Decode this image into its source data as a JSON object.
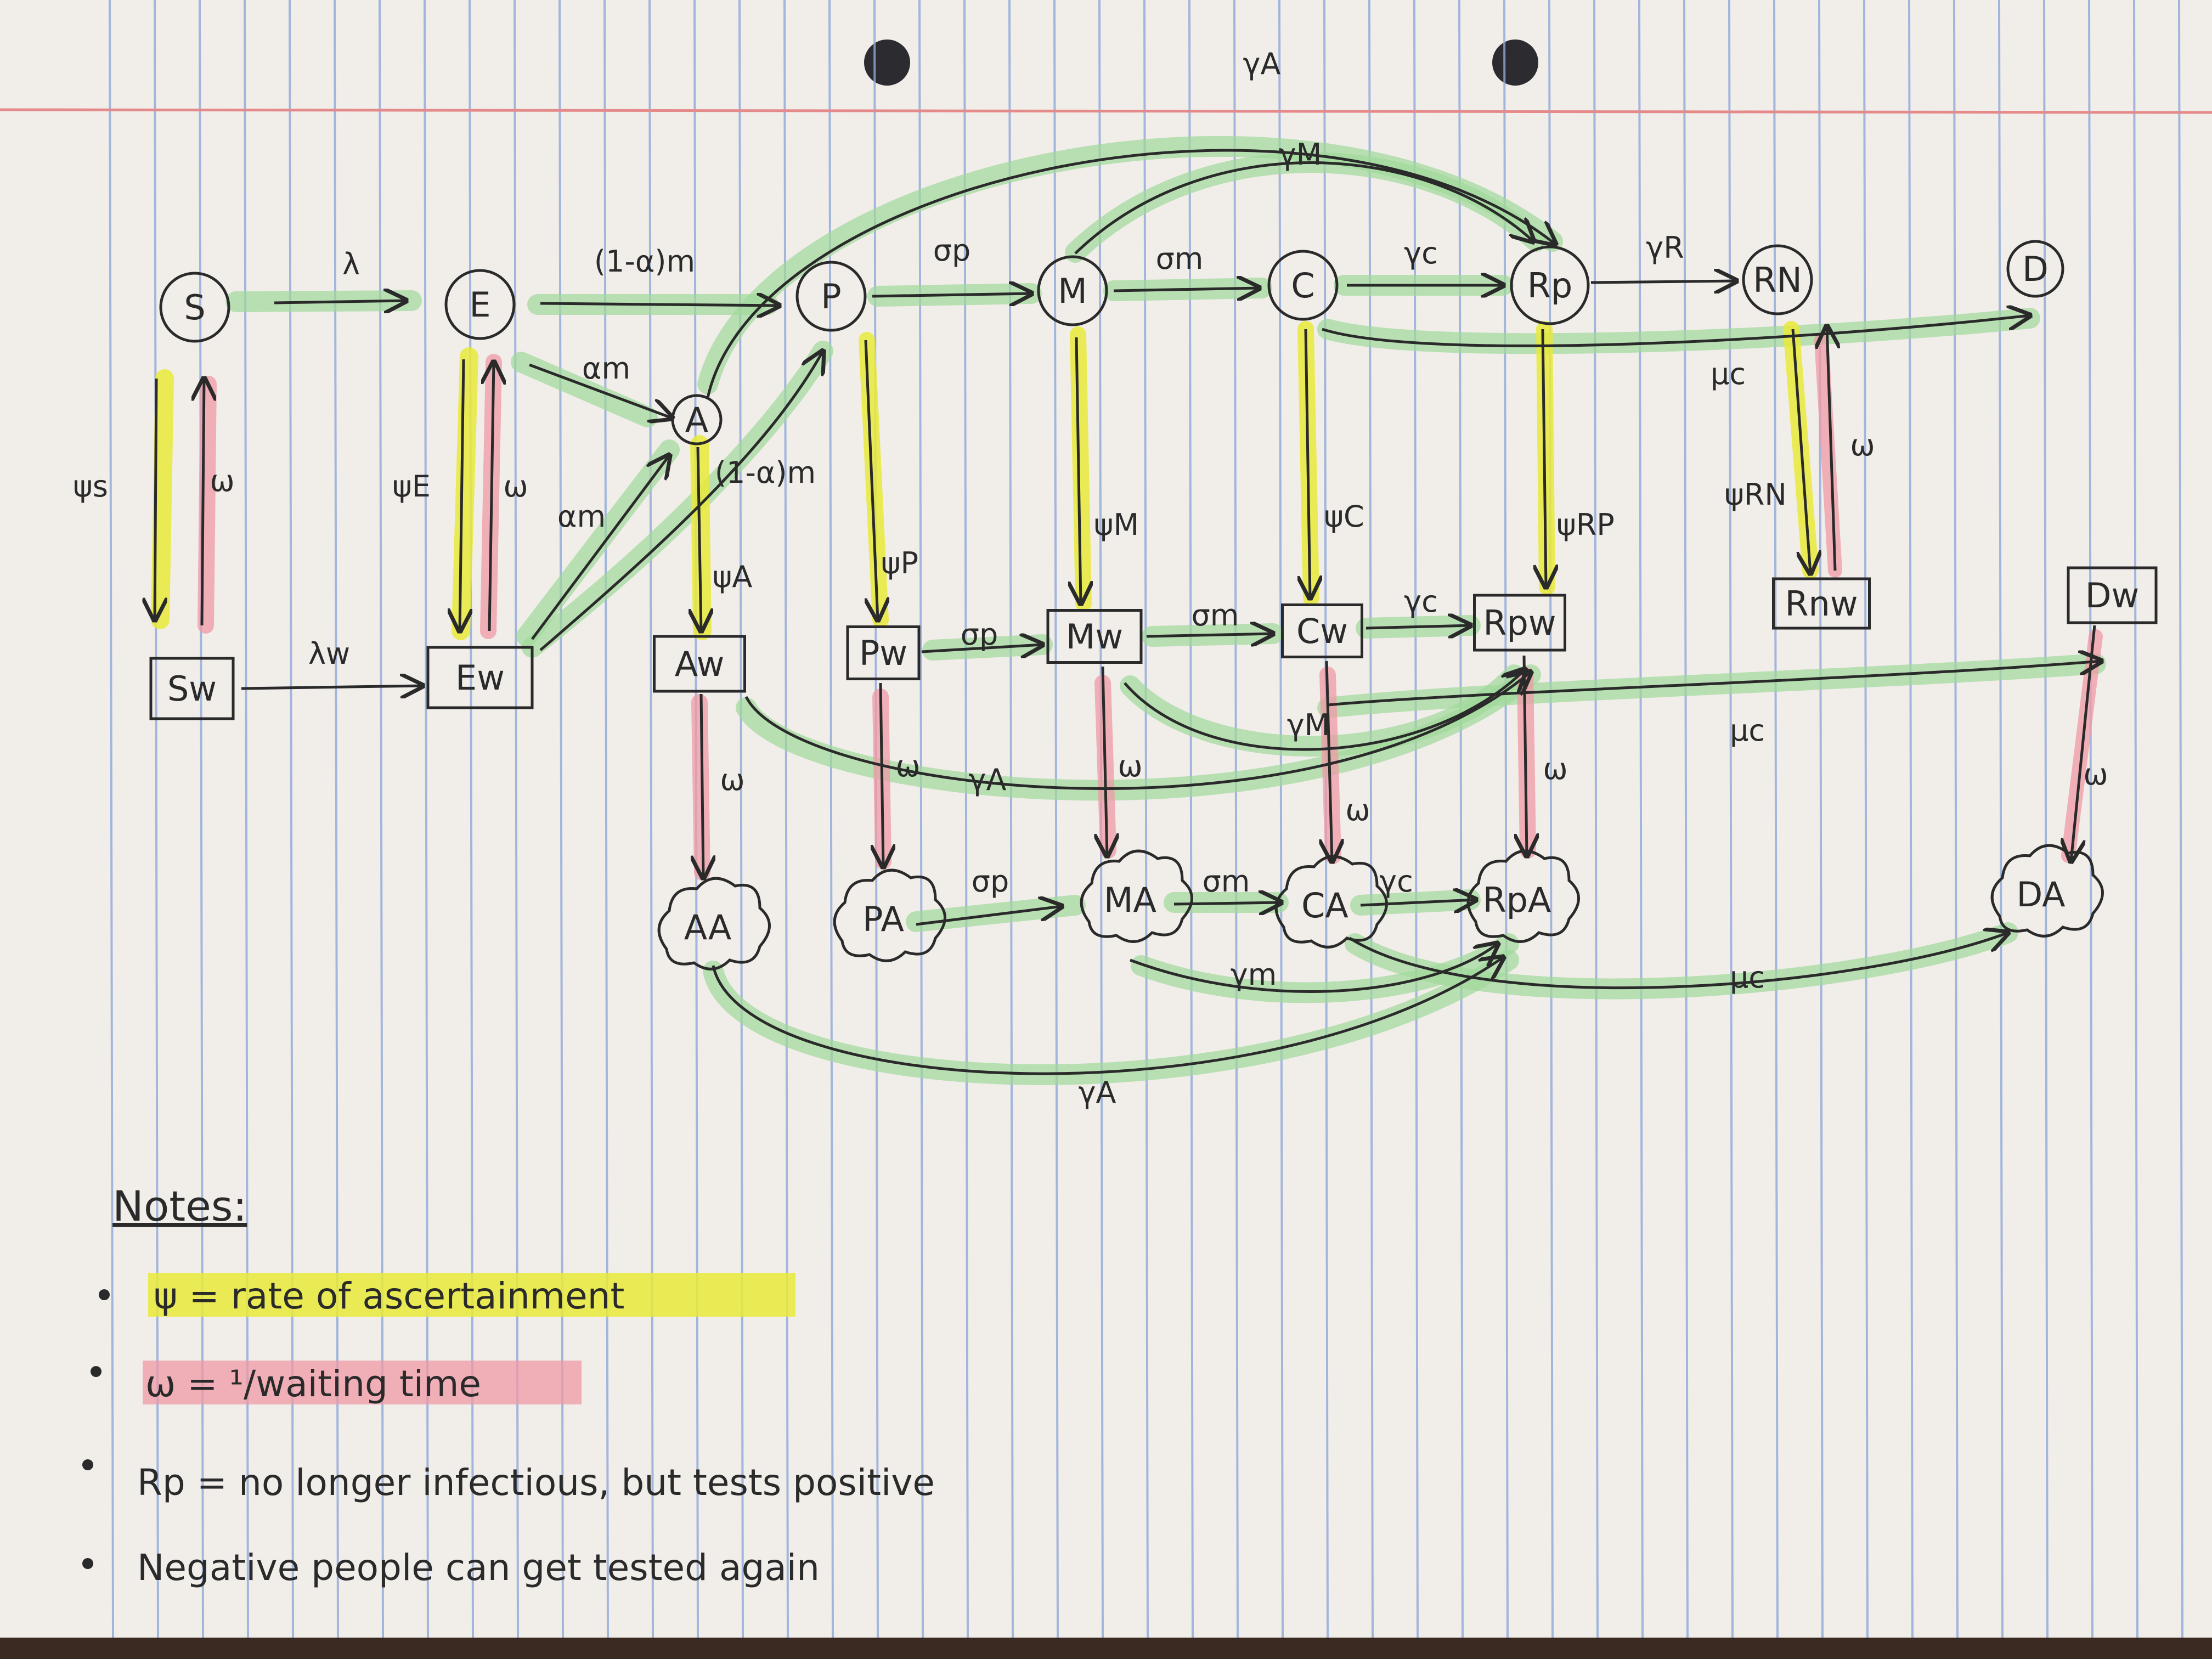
{
  "colors": {
    "ink": "#2a2a2a",
    "ascertainment_highlight": "#e9ea3a",
    "waiting_highlight": "#ef9aa6",
    "transition_highlight": "#9fd89a",
    "ruled_lines": "#8fa8d8",
    "margin_line": "#e58a8a"
  },
  "nodes": {
    "S": "S",
    "E": "E",
    "A": "A",
    "P": "P",
    "M": "M",
    "C": "C",
    "Rp": "Rp",
    "RN": "RN",
    "D": "D",
    "Sw": "Sw",
    "Ew": "Ew",
    "Aw": "Aw",
    "Pw": "Pw",
    "Mw": "Mw",
    "Cw": "Cw",
    "Rpw": "Rpw",
    "Rnw": "Rnw",
    "Dw": "Dw",
    "AA": "AA",
    "PA": "PA",
    "MA": "MA",
    "CA": "CA",
    "RpA": "RpA",
    "DA": "DA"
  },
  "rates": {
    "lambda": "λ",
    "lambda_w": "λw",
    "one_minus_alpha_m": "(1-α)m",
    "alpha_m": "αm",
    "sigma_p": "σp",
    "sigma_m": "σm",
    "gamma_c": "γc",
    "gamma_r": "γR",
    "gamma_a": "γA",
    "gamma_m": "γM",
    "gamma_m_lower": "γm",
    "mu_c": "μc",
    "omega": "ω",
    "psi_s": "ψs",
    "psi_e": "ψE",
    "psi_a": "ψA",
    "psi_p": "ψP",
    "psi_m": "ψM",
    "psi_c": "ψC",
    "psi_rp": "ψRP",
    "psi_rn": "ψRN"
  },
  "notes": {
    "heading": "Notes:",
    "items": [
      "ψ = rate of ascertainment",
      "ω = ¹/waiting time",
      "Rp = no longer infectious, but tests positive",
      "Negative people can get tested again"
    ]
  }
}
